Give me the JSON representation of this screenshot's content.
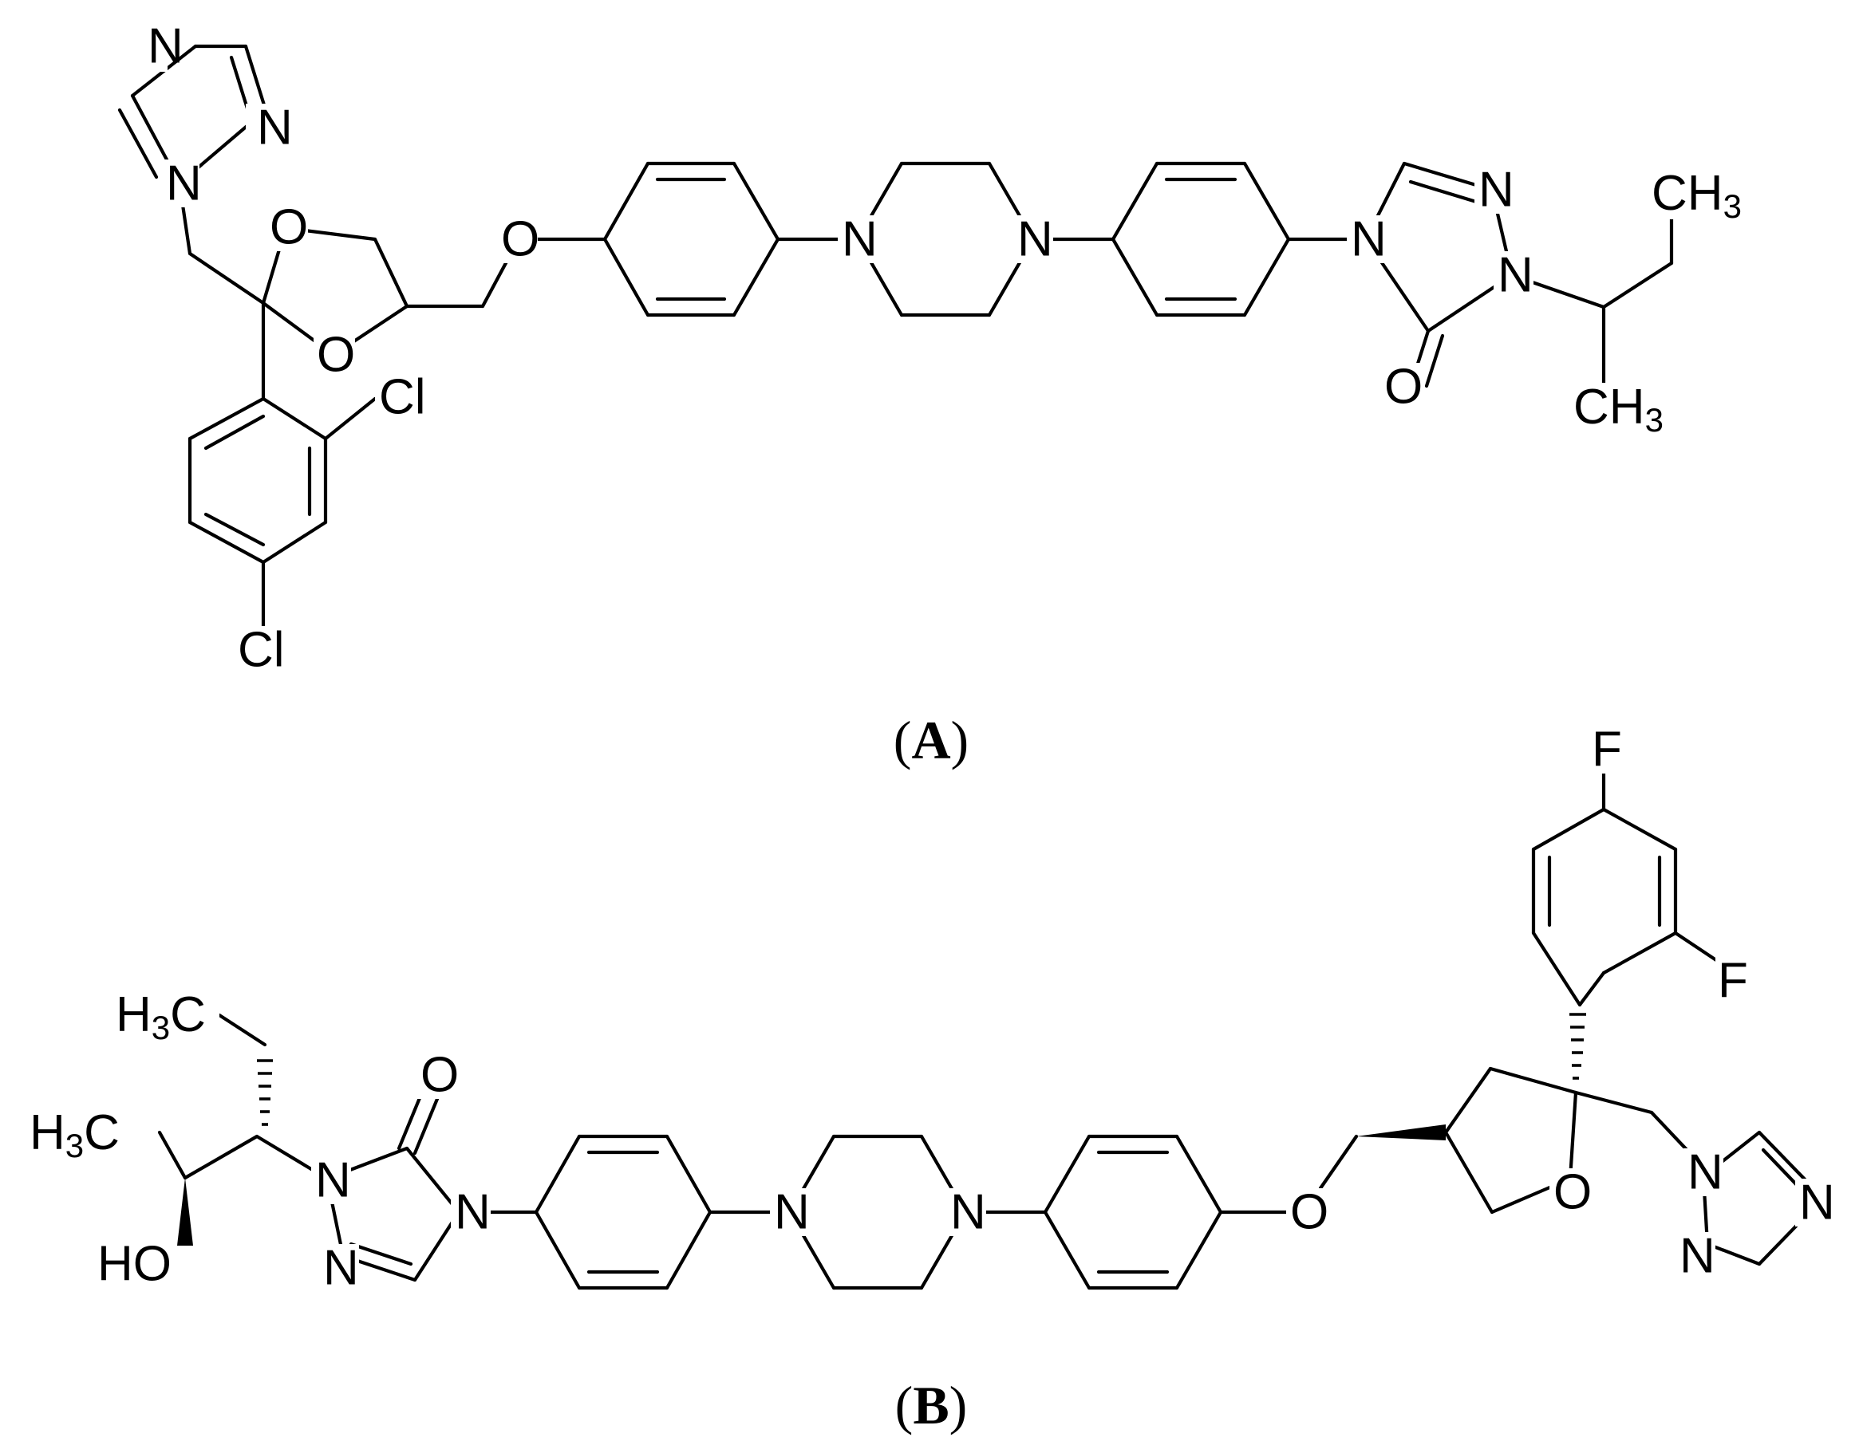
{
  "figure": {
    "structures": [
      {
        "id": "A",
        "label_open": "(",
        "label_letter": "A",
        "label_close": ")",
        "atoms": {
          "tri_n_top": "N",
          "tri_n_right": "N",
          "tri_n1": "N",
          "diox_o_top": "O",
          "diox_o_bottom": "O",
          "cl_ortho": "Cl",
          "cl_para": "Cl",
          "ether_o": "O",
          "pip_n_left": "N",
          "pip_n_right": "N",
          "triazolone_n4": "N",
          "triazolone_n2": "N",
          "triazolone_n1": "N",
          "carbonyl_o": "O",
          "ch3_top": "CH",
          "ch3_top_sub": "3",
          "ch3_bottom": "CH",
          "ch3_bottom_sub": "3"
        }
      },
      {
        "id": "B",
        "label_open": "(",
        "label_letter": "B",
        "label_close": ")",
        "atoms": {
          "h3c_top": "H",
          "h3c_top_sub": "3",
          "h3c_top_c": "C",
          "h3c_left": "H",
          "h3c_left_sub": "3",
          "h3c_left_c": "C",
          "ho": "HO",
          "carbonyl_o": "O",
          "triazolone_n1": "N",
          "triazolone_n2": "N",
          "triazolone_n4": "N",
          "pip_n_left": "N",
          "pip_n_right": "N",
          "ether_o": "O",
          "thf_o": "O",
          "f_top": "F",
          "f_right": "F",
          "tri_n1": "N",
          "tri_n_bottom": "N",
          "tri_n_right": "N"
        }
      }
    ]
  }
}
